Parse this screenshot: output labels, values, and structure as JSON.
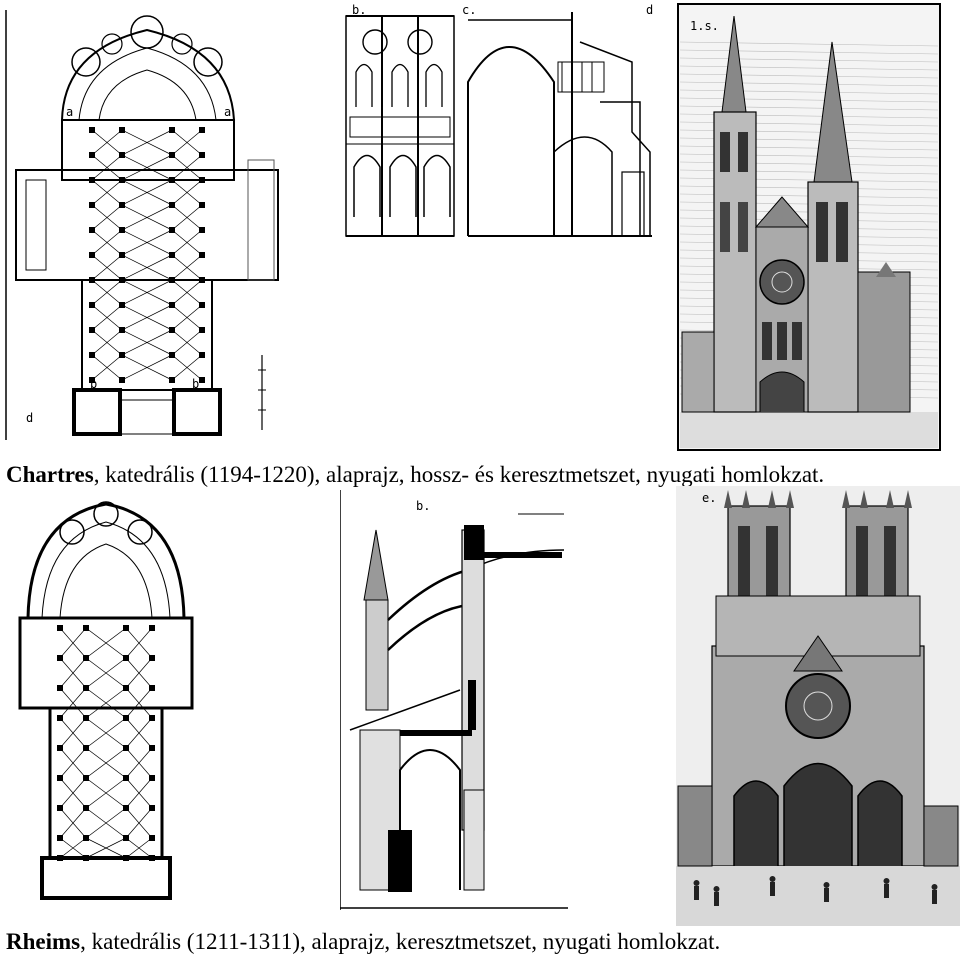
{
  "figures": [
    {
      "name": "Chartres",
      "caption_rest": ", katedrális (1194-1220), alaprajz, hossz- és keresztmetszet, nyugati homlokzat.",
      "plan_tags": [
        "a",
        "a",
        "b",
        "b",
        "d"
      ],
      "section_tags": [
        "b.",
        "c.",
        "d"
      ],
      "facade_tag": "1.s."
    },
    {
      "name": "Rheims",
      "caption_rest": ", katedrális (1211-1311), alaprajz, keresztmetszet, nyugati homlokzat.",
      "section_tag": "b.",
      "facade_tag": "e."
    }
  ]
}
